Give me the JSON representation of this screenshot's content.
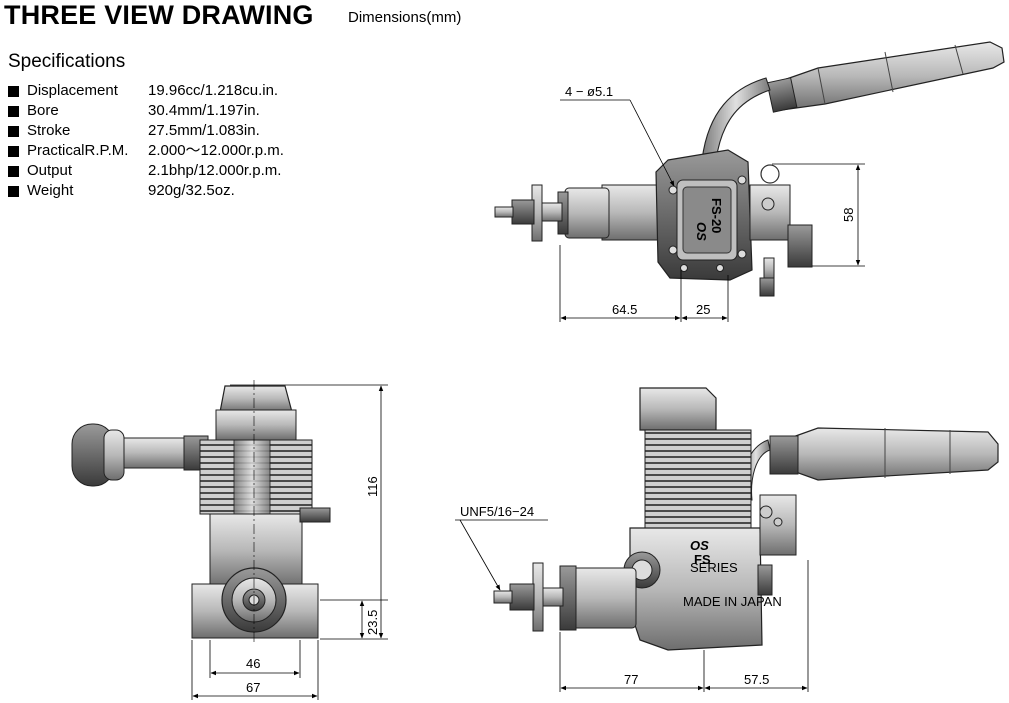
{
  "header": {
    "title": "THREE VIEW DRAWING",
    "subtitle": "Dimensions(mm)"
  },
  "specifications": {
    "heading": "Specifications",
    "items": [
      {
        "label": "Displacement",
        "value": "19.96cc/1.218cu.in."
      },
      {
        "label": "Bore",
        "value": "30.4mm/1.197in."
      },
      {
        "label": "Stroke",
        "value": "27.5mm/1.083in."
      },
      {
        "label": "PracticalR.P.M.",
        "value": "2.000〜12.000r.p.m."
      },
      {
        "label": "Output",
        "value": "2.1bhp/12.000r.p.m."
      },
      {
        "label": "Weight",
        "value": "920g/32.5oz."
      }
    ]
  },
  "top_view": {
    "mount_holes": "4 − ø5.1",
    "dim_left": "64.5",
    "dim_right": "25",
    "dim_height": "58",
    "engine_logo": "OS",
    "engine_model": "FS-20"
  },
  "front_view": {
    "dim_height": "116",
    "dim_lower": "23.5",
    "dim_inner_width": "46",
    "dim_outer_width": "67"
  },
  "side_view": {
    "thread_label": "UNF5/16−24",
    "dim_left": "77",
    "dim_right": "57.5",
    "series_logo": "OS",
    "series_label": "FS",
    "series_sub": "SERIES",
    "made_in": "MADE IN JAPAN"
  }
}
